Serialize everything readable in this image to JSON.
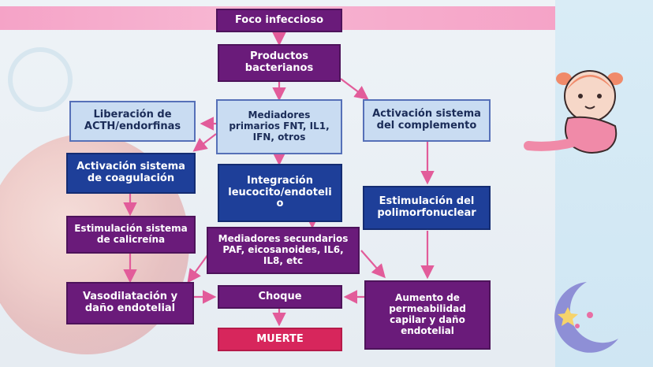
{
  "diagram": {
    "nodes": {
      "foco": "Foco infeccioso",
      "productos": "Productos bacterianos",
      "mediadores_primarios": "Mediadores primarios FNT, IL1, IFN, otros",
      "liberacion": "Liberación de ACTH/endorfinas",
      "activacion_complemento": "Activación sistema del complemento",
      "activacion_coagulacion": "Activación sistema de coagulación",
      "integracion": "Integración leucocito/endoteli o",
      "estimulacion_polimorfonuclear": "Estimulación del polimorfonuclear",
      "estimulacion_calicreina": "Estimulación sistema de calicreína",
      "mediadores_secundarios": "Mediadores secundarios PAF, eicosanoides, IL6, IL8, etc",
      "vasodilatacion": "Vasodilatación y daño endotelial",
      "choque": "Choque",
      "aumento_permeabilidad": "Aumento de permeabilidad capilar y daño endotelial",
      "muerte": "MUERTE"
    },
    "colors": {
      "purple": "#6a1b7a",
      "blue": "#1e3f99",
      "light": "#c9dcf2",
      "red": "#d7265c",
      "arrow": "#e25c9a",
      "topband": "#f5a3c7"
    }
  },
  "decor": {
    "icons": [
      "baby-girl-icon",
      "moon-icon",
      "star-icon",
      "sleeping-baby-photo"
    ]
  }
}
